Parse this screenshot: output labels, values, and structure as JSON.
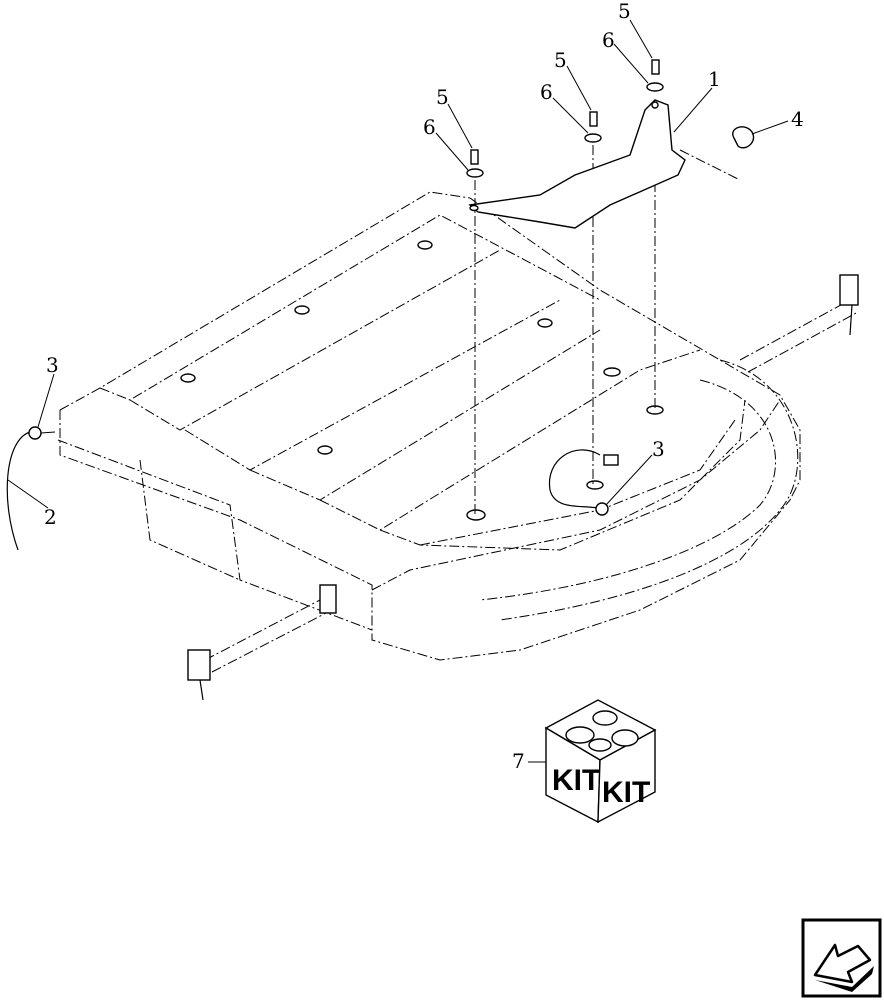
{
  "callouts": {
    "c1": "1",
    "c2": "2",
    "c3a": "3",
    "c3b": "3",
    "c4": "4",
    "c5a": "5",
    "c5b": "5",
    "c5c": "5",
    "c6a": "6",
    "c6b": "6",
    "c6c": "6",
    "c7": "7"
  },
  "kit": {
    "label_left": "KIT",
    "label_right": "KIT"
  },
  "nav": {
    "icon": "back-arrow-icon"
  }
}
